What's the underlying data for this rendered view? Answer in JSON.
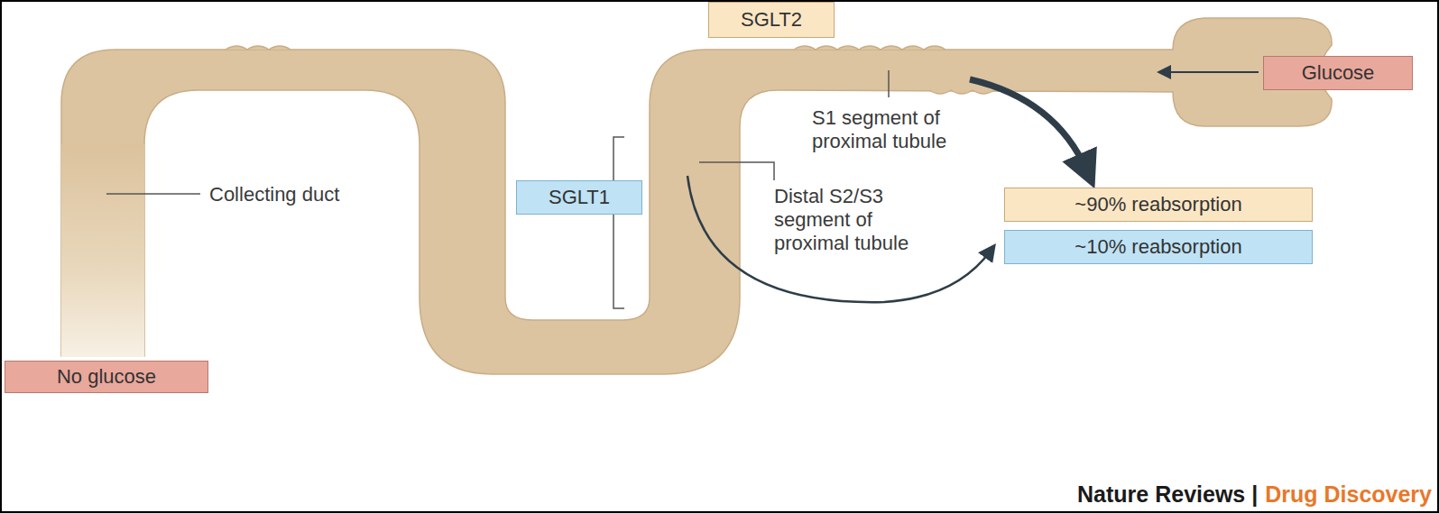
{
  "diagram": {
    "nodes": [
      {
        "text": [
          "SGLT2"
        ]
      },
      {
        "text": [
          "Glucose"
        ]
      },
      {
        "text": [
          "SGLT1"
        ]
      },
      {
        "text": [
          "~90% reabsorption"
        ]
      },
      {
        "text": [
          "~10% reabsorption"
        ]
      },
      {
        "text": [
          "No glucose"
        ]
      }
    ],
    "labels": [
      "S1 segment of proximal tubule",
      "Collecting duct",
      "Distal S2/S3 segment of proximal tubule",
      "Nature Reviews |",
      "Drug Discovery"
    ]
  }
}
